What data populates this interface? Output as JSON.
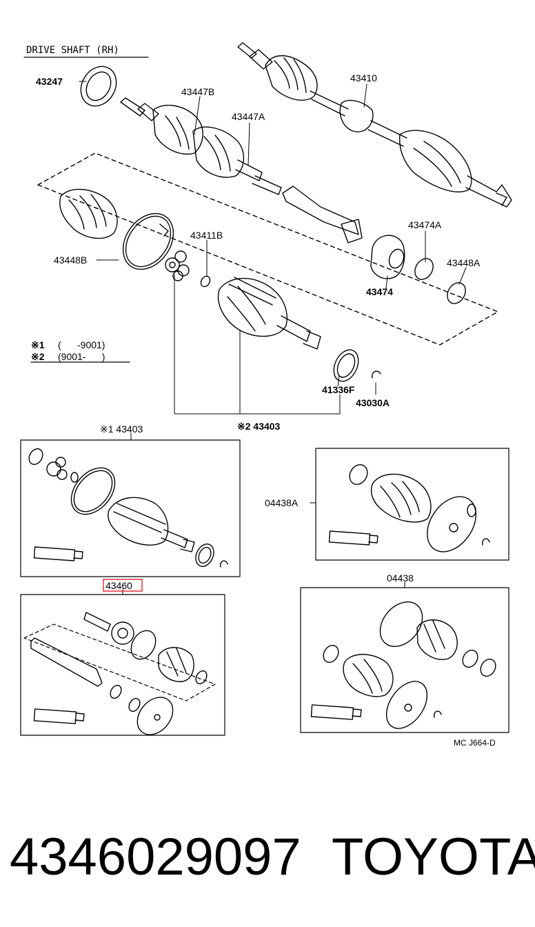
{
  "diagram": {
    "title": "DRIVE SHAFT (RH)",
    "parts": {
      "p43247": "43247",
      "p43447b": "43447B",
      "p43447a": "43447A",
      "p43410": "43410",
      "p43448b": "43448B",
      "p43411b": "43411B",
      "p43474a": "43474A",
      "p43474": "43474",
      "p43448a": "43448A",
      "p41336f": "41336F",
      "p43030a": "43030A",
      "p43403_2": "※2 43403",
      "p43403_1": "※1 43403",
      "p04438a": "04438A",
      "p43460": "43460",
      "p04438": "04438"
    },
    "legend": {
      "row1_mark": "※1",
      "row1_text": "(      -9001)",
      "row2_mark": "※2",
      "row2_text": "(9001-      )"
    },
    "code": "MC J664-D",
    "highlight_color": "#e8202a"
  },
  "footer": {
    "part_number": "4346029097",
    "brand": "TOYOTA"
  }
}
